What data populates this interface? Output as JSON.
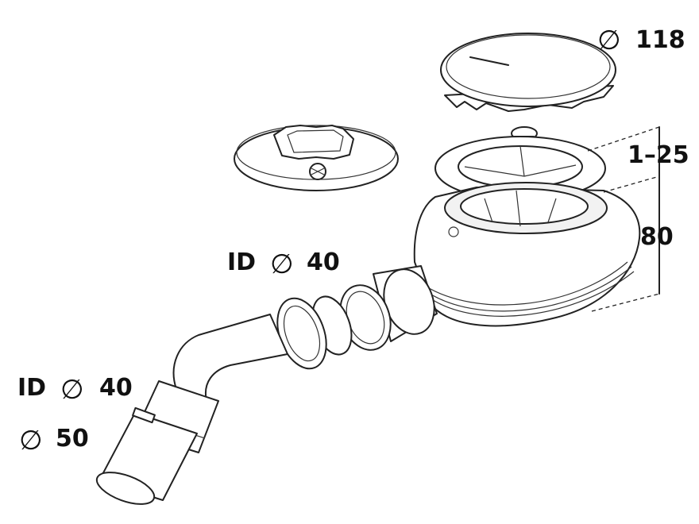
{
  "labels": {
    "cover_diameter": "118",
    "height_range": "1–25",
    "body_height": "80",
    "outlet_id_1": "ID",
    "outlet_id_1_value": "40",
    "outlet_id_2": "ID",
    "outlet_id_2_value": "40",
    "outlet_od_value": "50"
  },
  "symbols": {
    "diameter": "∅"
  },
  "colors": {
    "line": "#222222",
    "background": "#ffffff"
  }
}
